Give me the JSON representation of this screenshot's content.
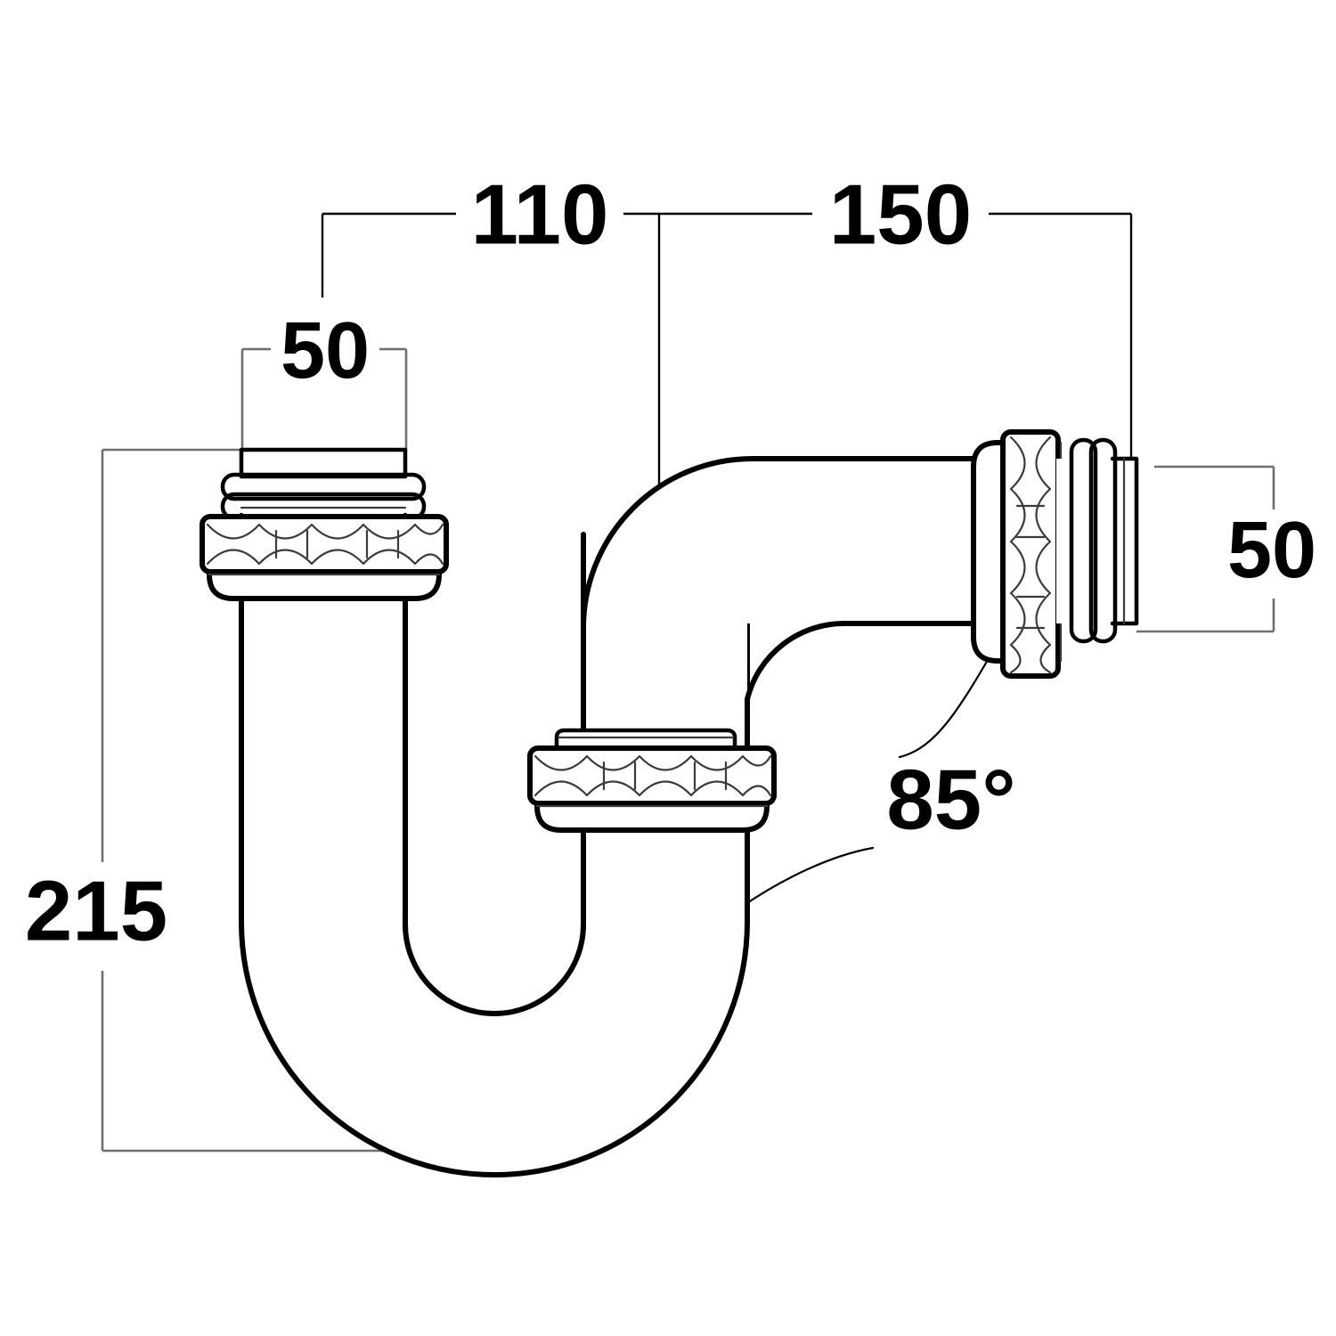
{
  "drawing": {
    "type": "technical-dimension-drawing",
    "subject": "p-trap-waste-pipe",
    "background_color": "#ffffff",
    "line_color": "#000000",
    "detail_line_color": "#3b3b3b",
    "dimension_line_color": "#6f6f6f",
    "units": "mm"
  },
  "dimensions": {
    "top_overall_left": "110",
    "top_overall_right": "150",
    "inlet_nut_width": "50",
    "outlet_nut_height": "50",
    "overall_height": "215",
    "elbow_angle": "85°"
  },
  "labels": {
    "dim_110": "110",
    "dim_150": "150",
    "dim_50_top": "50",
    "dim_50_right": "50",
    "dim_215": "215",
    "angle_85": "85°"
  },
  "parts": [
    {
      "name": "inlet-spigot-ribbed",
      "description": "ribbed inlet spigot at top left"
    },
    {
      "name": "inlet-compression-nut",
      "description": "hexagonal compression nut below inlet spigot"
    },
    {
      "name": "vertical-inlet-pipe",
      "description": "vertical pipe running down from inlet nut"
    },
    {
      "name": "u-bend",
      "description": "U shaped trap bend at bottom"
    },
    {
      "name": "middle-compression-nut",
      "description": "hexagonal compression nut on the riser"
    },
    {
      "name": "vertical-riser-pipe",
      "description": "vertical riser pipe up to elbow"
    },
    {
      "name": "elbow-bend",
      "description": "85 degree elbow turning to horizontal outlet"
    },
    {
      "name": "horizontal-outlet-pipe",
      "description": "horizontal outlet pipe to the right"
    },
    {
      "name": "outlet-compression-nut",
      "description": "hexagonal compression nut on outlet"
    },
    {
      "name": "outlet-spigot-ribbed",
      "description": "ribbed outlet spigot at far right"
    }
  ]
}
